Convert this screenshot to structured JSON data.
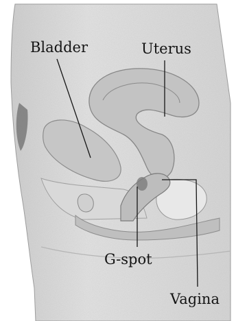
{
  "labels": {
    "bladder": "Bladder",
    "uterus": "Uterus",
    "gspot": "G-spot",
    "vagina": "Vagina"
  }
}
